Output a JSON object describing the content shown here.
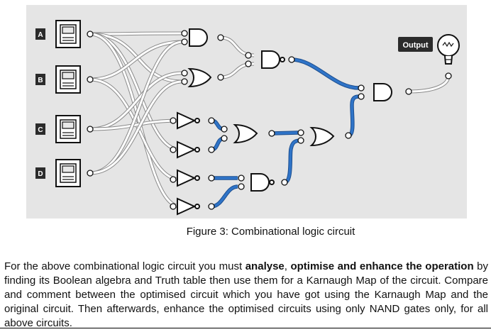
{
  "diagram": {
    "inputs": [
      "A",
      "B",
      "C",
      "D"
    ],
    "output_label": "Output"
  },
  "caption": "Figure 3: Combinational logic circuit",
  "paragraph": {
    "p1": "For the above combinational logic circuit you must ",
    "b1": "analyse",
    "p2": ", ",
    "b2": "optimise and enhance the operation",
    "p3": " by finding its Boolean algebra and Truth table then use them for a Karnaugh Map of the circuit. Compare and comment between the optimised circuit which you have got using the Karnaugh Map and the original circuit. Then afterwards, enhance the optimised circuits using only NAND gates only, for all above circuits."
  },
  "colors": {
    "panel": "#e5e5e5",
    "wire": "#ffffff",
    "wire_edge": "#8a8a8a",
    "active_wire": "#2f74c8",
    "label_bg": "#2b2b2b",
    "label_text": "#ffffff"
  }
}
